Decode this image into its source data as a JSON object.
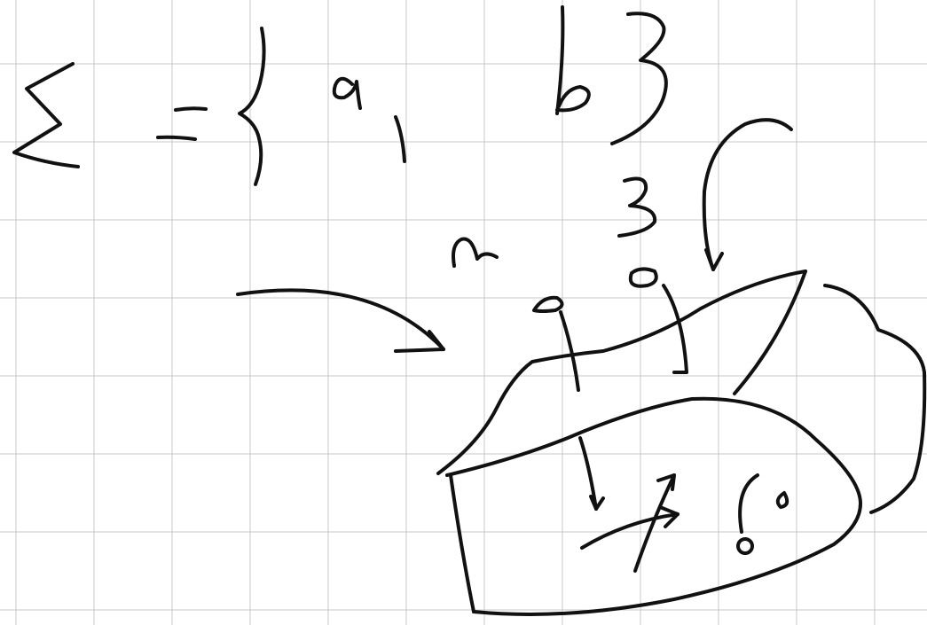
{
  "page": {
    "kind": "handwritten sketch on grid paper",
    "background_color": "#ffffff",
    "grid_color": "#c8c8c8",
    "ink_color": "#111111"
  },
  "sketch": {
    "formula_text": "Σ = {a, b}",
    "labels": [
      "a",
      "b"
    ]
  }
}
